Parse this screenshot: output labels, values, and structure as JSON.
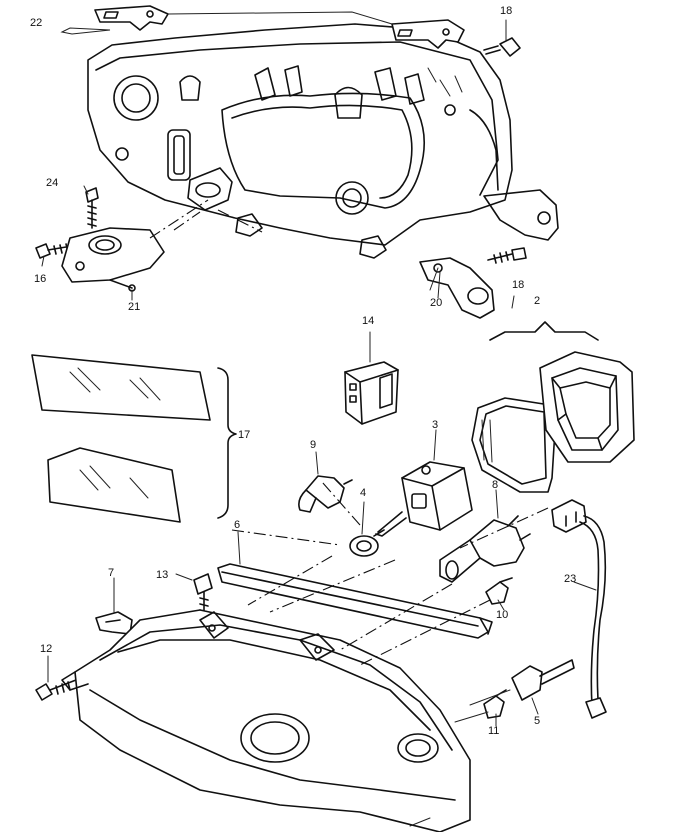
{
  "callouts": {
    "c22": "22",
    "c18a": "18",
    "c24": "24",
    "c16": "16",
    "c21": "21",
    "c20": "20",
    "c18b": "18",
    "c2": "2",
    "c14": "14",
    "c17": "17",
    "c9": "9",
    "c3": "3",
    "c4": "4",
    "c8": "8",
    "c6": "6",
    "c7": "7",
    "c13": "13",
    "c10": "10",
    "c23": "23",
    "c12": "12",
    "c11": "11",
    "c5": "5"
  },
  "colors": {
    "line": "#111111",
    "background": "#ffffff"
  }
}
